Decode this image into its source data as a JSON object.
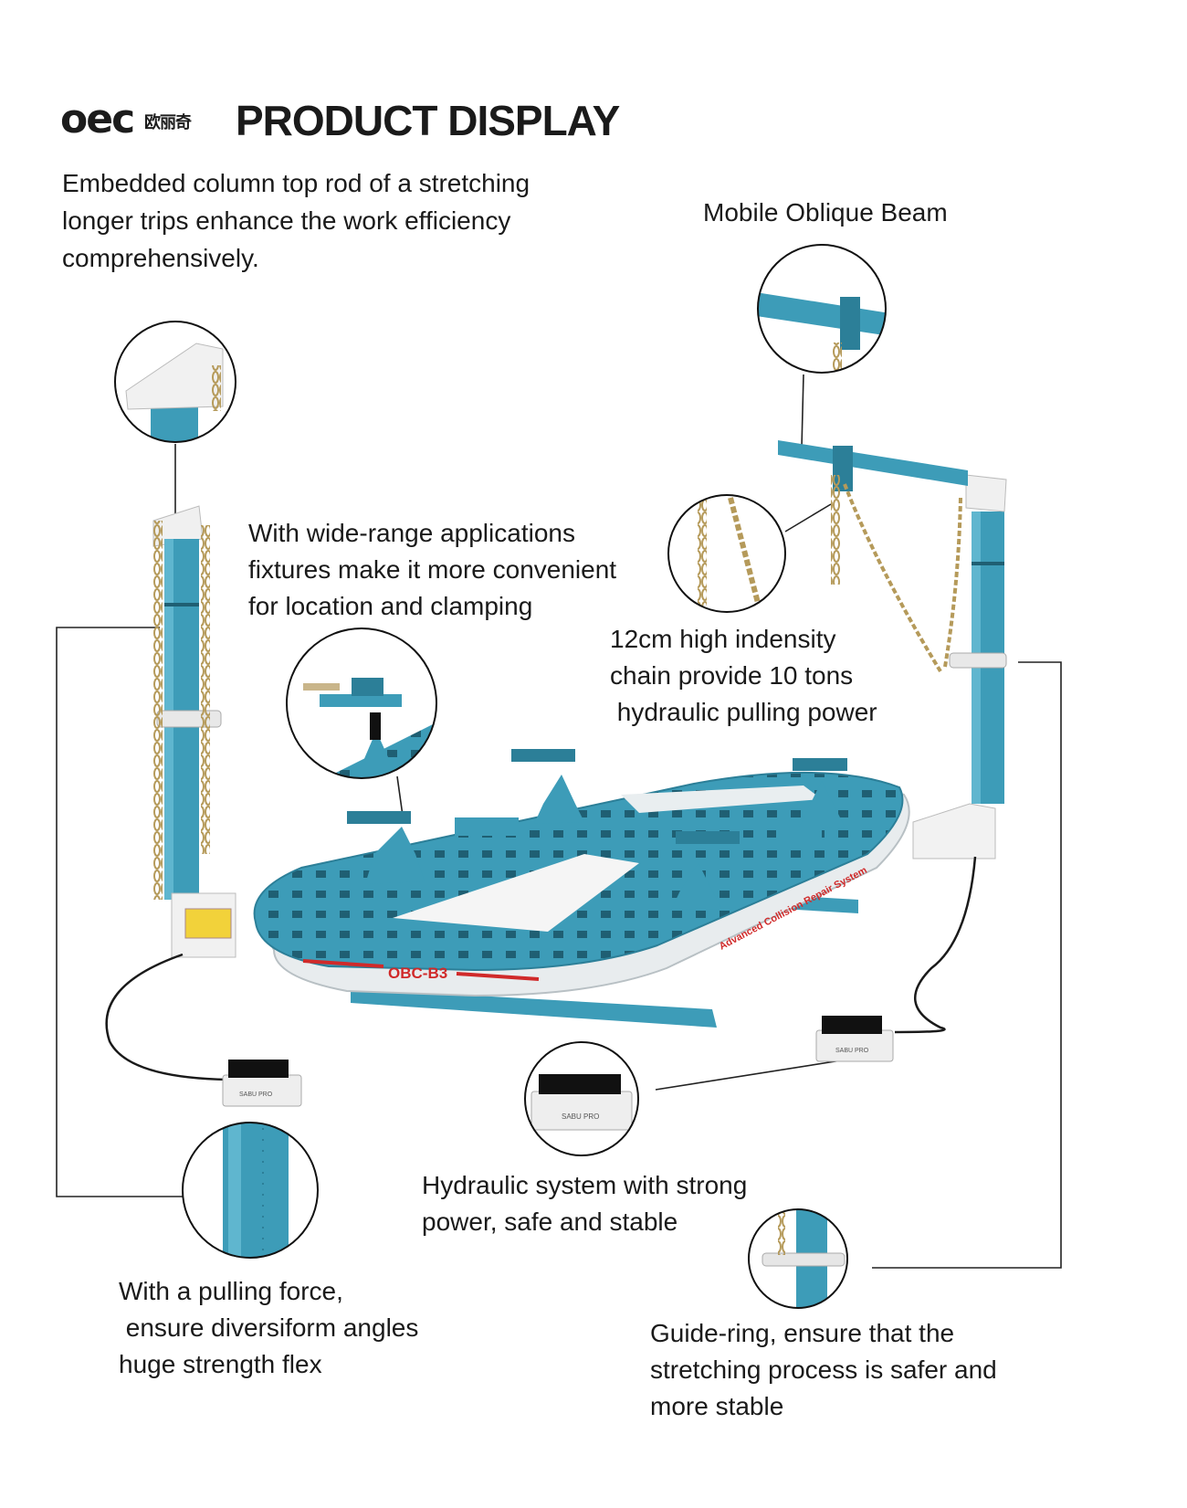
{
  "header": {
    "logo_latin": "oec",
    "logo_cjk": "欧丽奇",
    "title": "PRODUCT DISPLAY"
  },
  "captions": {
    "embedded_column": [
      "Embedded column top rod of a stretching",
      "longer trips enhance the work efficiency",
      "comprehensively."
    ],
    "oblique_beam": [
      "Mobile Oblique Beam"
    ],
    "fixtures": [
      "With wide-range applications",
      "fixtures make it more convenient",
      "for location and clamping"
    ],
    "chain": [
      "12cm high indensity",
      "chain provide 10 tons",
      " hydraulic pulling power"
    ],
    "hydraulic": [
      "Hydraulic system with strong",
      "power, safe and stable"
    ],
    "pulling_force": [
      "With a pulling force,",
      " ensure diversiform angles",
      "huge strength flex"
    ],
    "guide_ring": [
      "Guide-ring, ensure that the",
      "stretching process is safer and",
      "more stable"
    ]
  },
  "product": {
    "model_label": "OBC-B3",
    "side_text": "Advanced Collision Repair System",
    "pump_label": "SABU PRO"
  },
  "colors": {
    "frame": "#3d9cb8",
    "frame_dark": "#2c7f98",
    "chain": "#b59a5a",
    "stripe": "#d02a2a",
    "line": "#222222"
  }
}
